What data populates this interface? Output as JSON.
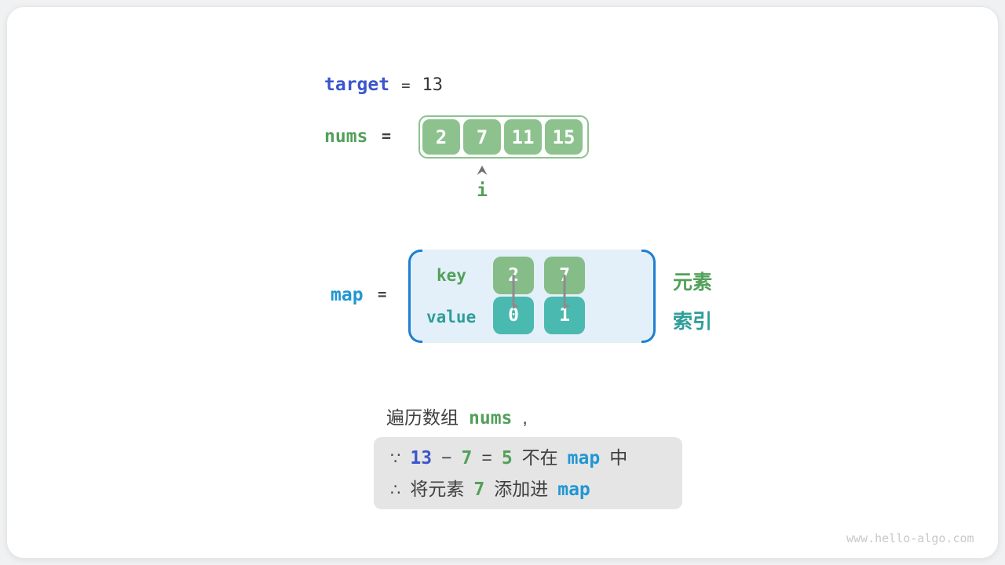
{
  "colors": {
    "royal_blue": "#3b55cb",
    "bright_blue": "#2196d3",
    "green": "#53a05a",
    "teal_text": "#2f9d99",
    "cell_green": "#8dc28e",
    "key_green": "#85bc88",
    "cell_teal": "#4ab9b0",
    "map_box_fill": "#e3f0fa",
    "bracket_blue": "#1f7fd0"
  },
  "target_line": {
    "label": "target",
    "equals": "=",
    "value": "13"
  },
  "nums_line": {
    "label": "nums",
    "equals": "=",
    "cells": [
      "2",
      "7",
      "11",
      "15"
    ],
    "pointer_label": "i"
  },
  "map_section": {
    "label": "map",
    "equals": "=",
    "key_label": "key",
    "value_label": "value",
    "keys": [
      "2",
      "7"
    ],
    "values": [
      "0",
      "1"
    ],
    "element_label": "元素",
    "index_label": "索引"
  },
  "caption": {
    "prefix": "遍历数组",
    "code": "nums",
    "comma": ","
  },
  "note_box": {
    "line1": {
      "because": "∵",
      "target_value": "13",
      "minus": "−",
      "num": "7",
      "equals": "=",
      "diff": "5",
      "not_in": "不在",
      "map": "map",
      "suffix": "中"
    },
    "line2": {
      "therefore": "∴",
      "text_before": "将元素",
      "num": "7",
      "text_after": "添加进",
      "map": "map"
    }
  },
  "watermark": "www.hello-algo.com"
}
